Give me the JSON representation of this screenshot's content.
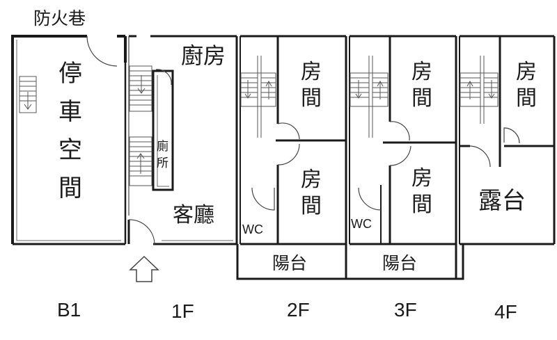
{
  "alley_label": "防火巷",
  "floors": {
    "b1": {
      "label": "B1",
      "rooms": {
        "parking": [
          "停",
          "車",
          "空",
          "間"
        ]
      }
    },
    "f1": {
      "label": "1F",
      "rooms": {
        "kitchen": "廚房",
        "toilet": [
          "廁",
          "所"
        ],
        "living": "客廳"
      }
    },
    "f2": {
      "label": "2F",
      "rooms": {
        "room_a": [
          "房",
          "間"
        ],
        "room_b": [
          "房",
          "間"
        ],
        "wc": "WC",
        "balcony": "陽台"
      }
    },
    "f3": {
      "label": "3F",
      "rooms": {
        "room_a": [
          "房",
          "間"
        ],
        "room_b": [
          "房",
          "間"
        ],
        "wc": "WC",
        "balcony": "陽台"
      }
    },
    "f4": {
      "label": "4F",
      "rooms": {
        "room_a": [
          "房",
          "間"
        ],
        "terrace": "露台"
      }
    }
  },
  "colors": {
    "wall": "#1a1a1a",
    "thin_line": "#444444",
    "background": "#ffffff"
  }
}
